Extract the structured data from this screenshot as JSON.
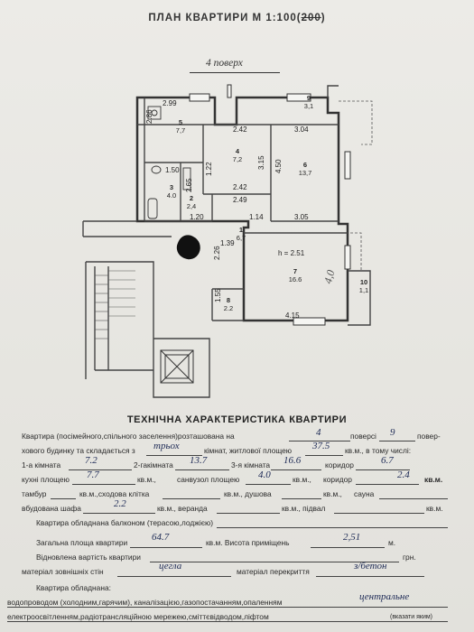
{
  "header": {
    "title": "ПЛАН КВАРТИРИ М 1:100(",
    "scale_struck": "200",
    "title_end": ")",
    "floor_label": "4 поверх"
  },
  "rooms": [
    {
      "id": "1",
      "area": "6,7"
    },
    {
      "id": "2",
      "area": "2,4"
    },
    {
      "id": "3",
      "area": "4.0"
    },
    {
      "id": "4",
      "area": "7,2"
    },
    {
      "id": "5",
      "area": "7,7"
    },
    {
      "id": "6",
      "area": "13,7"
    },
    {
      "id": "7",
      "area": "16.6"
    },
    {
      "id": "8",
      "area": "2.2"
    },
    {
      "id": "9",
      "area": "3,1"
    },
    {
      "id": "10",
      "area": "1,1"
    }
  ],
  "dimensions": [
    "2.99",
    "2.86",
    "2.42",
    "3.04",
    "3.15",
    "4.50",
    "1.22",
    "1.50",
    "2.65",
    "2.42",
    "2.49",
    "1.20",
    "1.14",
    "3.05",
    "1.39",
    "2.26",
    "h = 2.51",
    "1.55",
    "4.15"
  ],
  "margin_note": "4,0",
  "tech": {
    "title": "ТЕХНІЧНА ХАРАКТЕРИСТИКА КВАРТИРИ",
    "l1": "Квартира (посімейного,спільного заселення)розташована на",
    "l1_floor": "4",
    "l1_b": "поверсі",
    "l1_total": "9",
    "l1_c": "повер-",
    "l2": "хового будинку та складається з",
    "l2_rooms": "трьох",
    "l2_b": "кімнат, житлової площею",
    "l2_living": "37.5",
    "l2_c": "кв.м., в тому числі:",
    "l3_a": "1-а кімната",
    "l3_r1": "7.2",
    "l3_b": "2-гакімната",
    "l3_r2": "13.7",
    "l3_c": "3-я кімната",
    "l3_r3": "16.6",
    "l3_d": "коридор",
    "l3_cor": "6.7",
    "l4_a": "кухні площею",
    "l4_kitchen": "7.7",
    "l4_b": "кв.м.,",
    "l4_c": "санвузол площею",
    "l4_bath": "4.0",
    "l4_d": "кв.м.,",
    "l4_e": "коридор",
    "l4_cor2": "2.4",
    "l4_f": "кв.м.",
    "l5_a": "тамбур",
    "l5_b": "кв.м.,сходова клітка",
    "l5_c": "кв.м., душова",
    "l5_d": "кв.м.,",
    "l5_e": "сауна",
    "l6_a": "вбудована шафа",
    "l6_shafa": "2.2",
    "l6_b": "кв.м., веранда",
    "l6_c": "кв.м., підвал",
    "l6_d": "кв.м.",
    "l7": "Квартира обладнана балконом (терасою,лоджією)",
    "l8_a": "Загальна площа квартири",
    "l8_total": "64.7",
    "l8_b": "кв.м. Висота приміщень",
    "l8_height": "2,51",
    "l8_c": "м.",
    "l9_a": "Відновлена вартість квартири",
    "l9_b": "грн.",
    "l10_a": "матеріал зовнішніх стін",
    "l10_walls": "цегла",
    "l10_b": "матеріал перекриття",
    "l10_floor": "з/бетон",
    "l11": "Квартира обладнана:",
    "l12": "водопроводом (холодним,гарячим), каналізацією,газопостачанням,опаленням",
    "l12_heat": "центральне",
    "l13": "електроосвітленням,радіотрансляційною мережею,сміттєвідводом,ліфтом",
    "l13_note": "(вказати яким)"
  }
}
